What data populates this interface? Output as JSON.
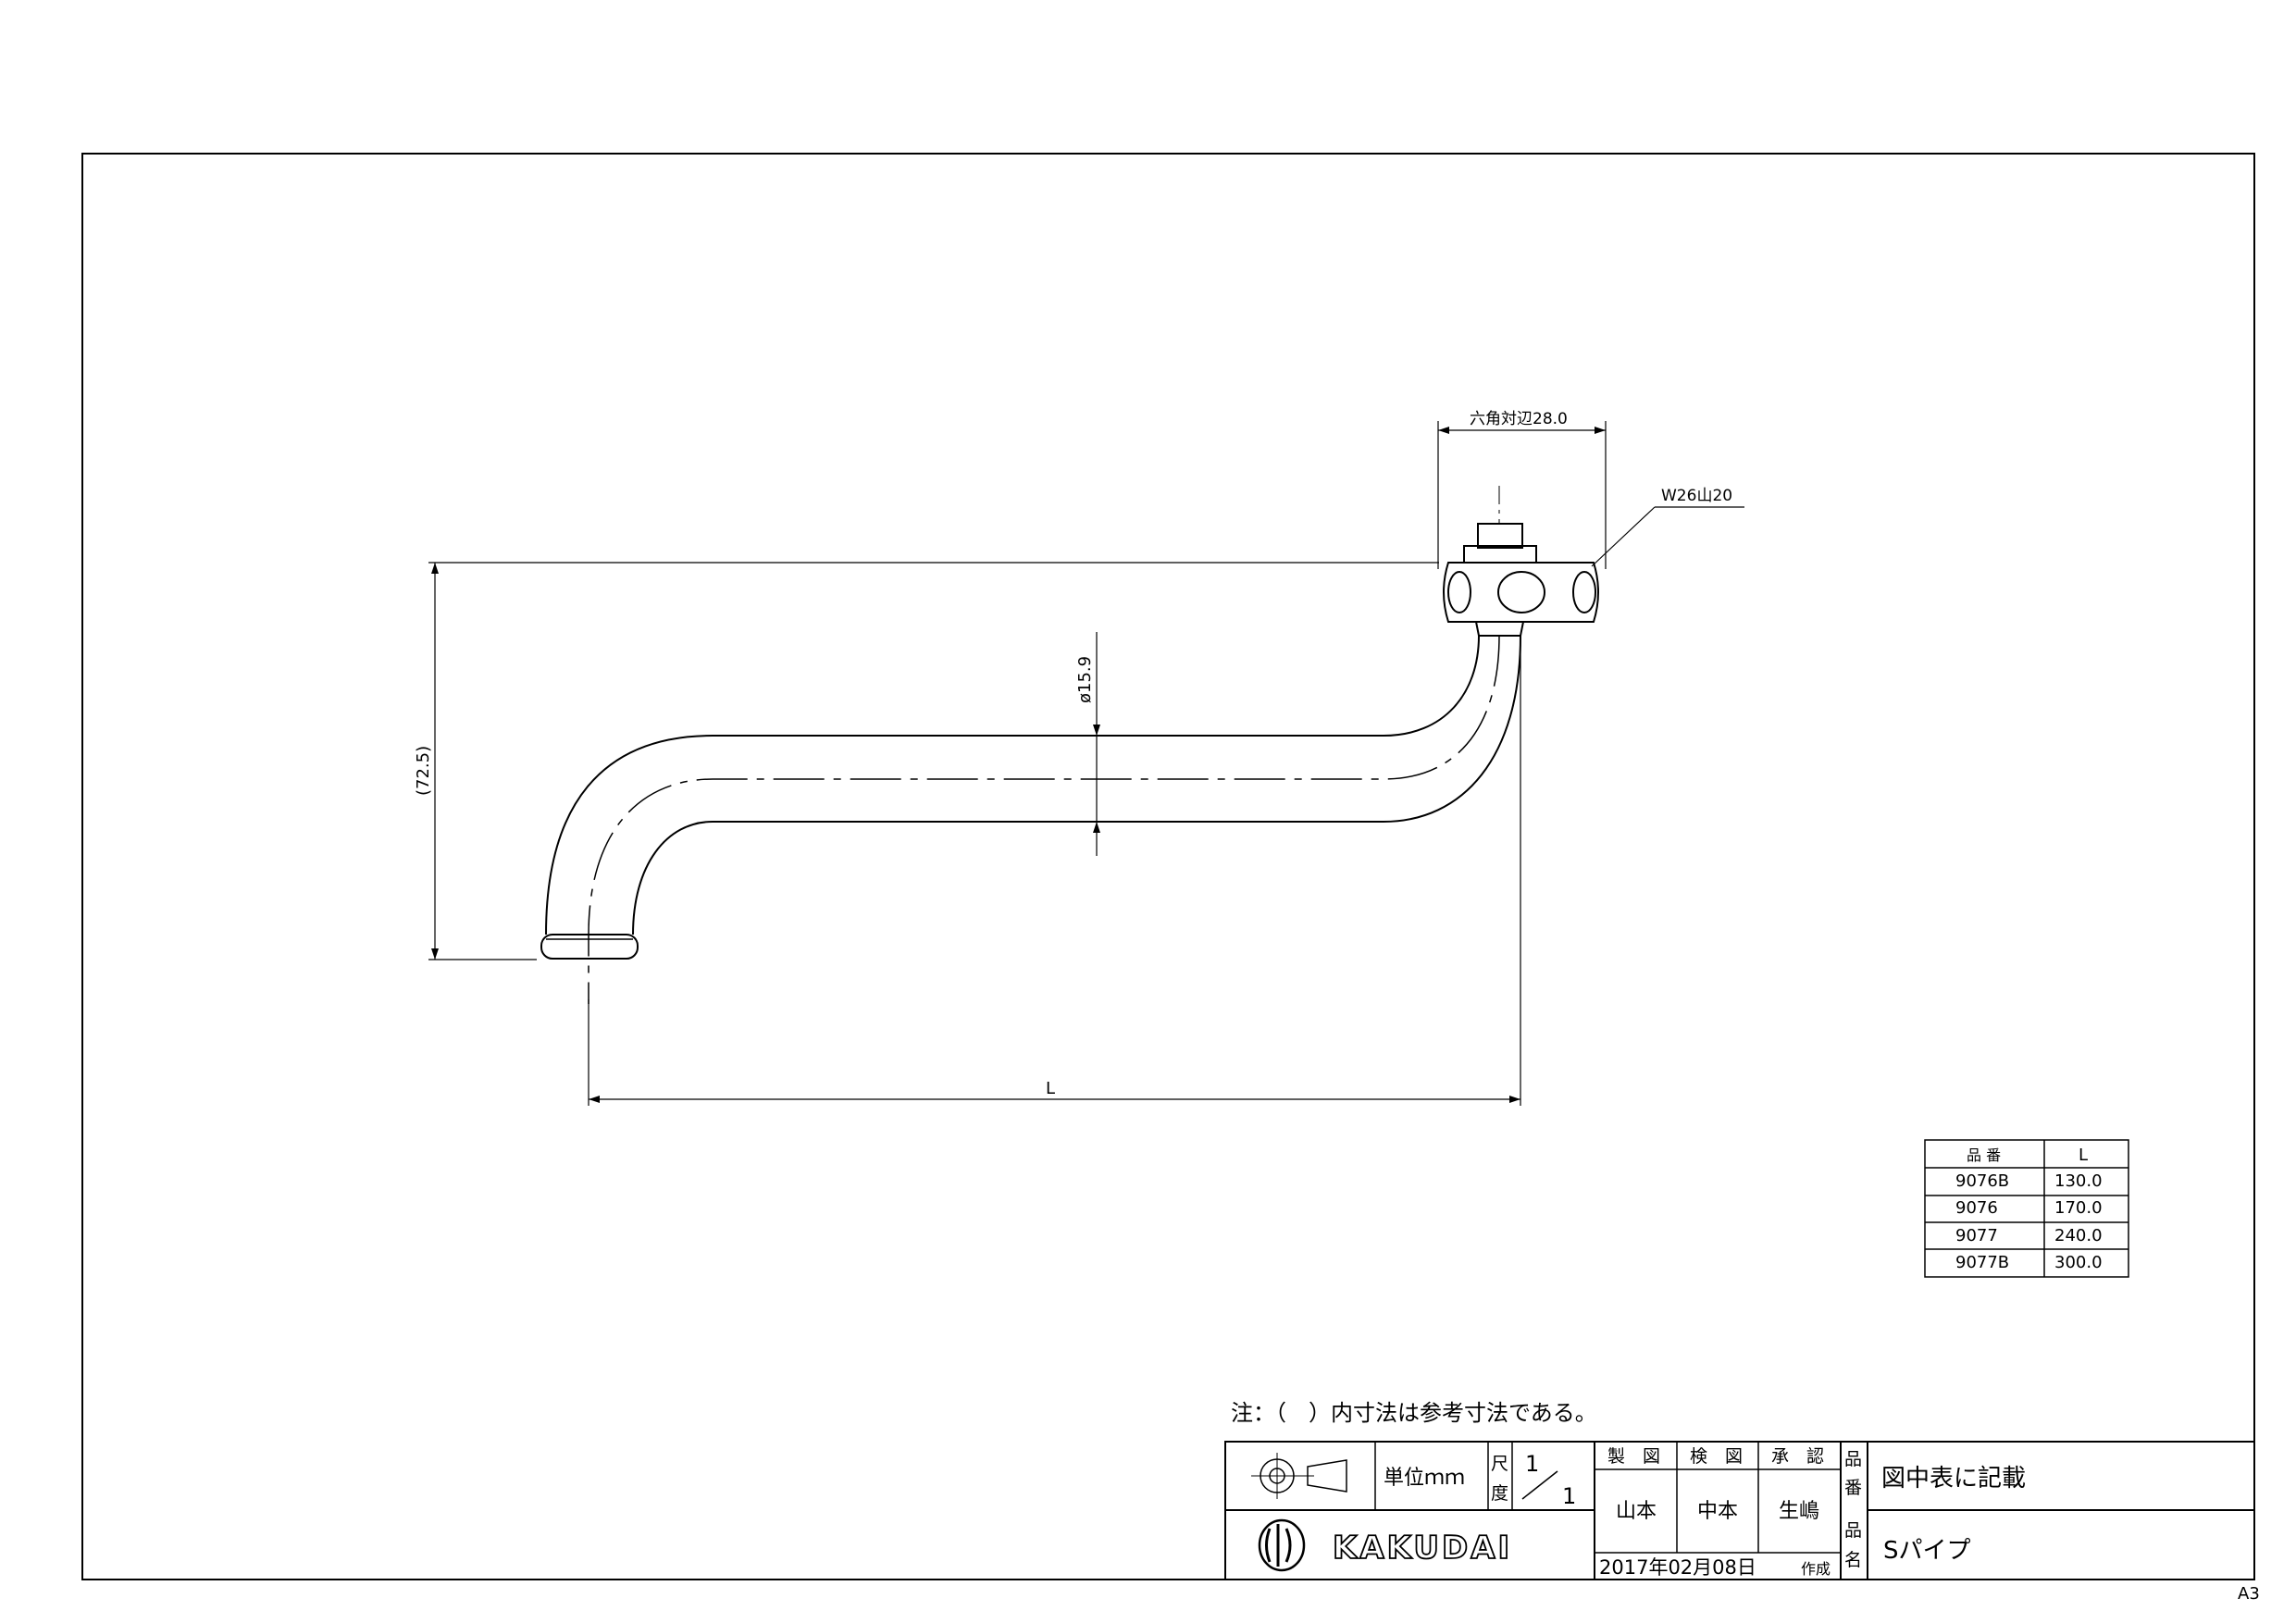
{
  "drawing": {
    "dim_hex_label": "六角対辺28.0",
    "dim_thread_label": "W26山20",
    "dim_diameter_label": "ø15.9",
    "dim_height_label": "(72.5)",
    "dim_length_label": "L"
  },
  "part_table": {
    "headers": [
      "品 番",
      "L"
    ],
    "rows": [
      [
        "9076B",
        "130.0"
      ],
      [
        "9076",
        "170.0"
      ],
      [
        "9077",
        "240.0"
      ],
      [
        "9077B",
        "300.0"
      ]
    ]
  },
  "note": "注：（　）内寸法は参考寸法である。",
  "title_block": {
    "unit_label": "単位ｍｍ",
    "scale_label_1": "尺",
    "scale_label_2": "度",
    "scale_num": "1",
    "scale_den": "1",
    "roles": [
      "製　図",
      "検　図",
      "承　認"
    ],
    "names": [
      "山本",
      "中本",
      "生嶋"
    ],
    "date": "2017年02月08日",
    "date_suffix": "作成",
    "part_no_label_1": "品",
    "part_no_label_2": "番",
    "part_no_value": "図中表に記載",
    "part_name_label_1": "品",
    "part_name_label_2": "名",
    "part_name_value": "Sパイプ",
    "logo_text": "KAKUDAI"
  },
  "sheet_size": "A3"
}
